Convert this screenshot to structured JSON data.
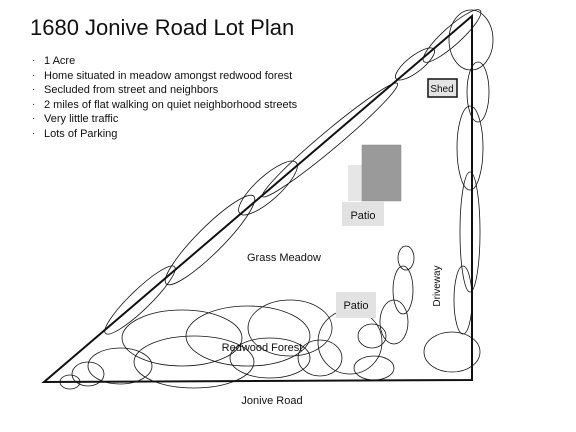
{
  "title": "1680 Jonive Road Lot Plan",
  "bullet_marker": "·",
  "bullets": [
    "1 Acre",
    "Home situated in meadow amongst redwood forest",
    "Secluded from street and neighbors",
    "2 miles of flat walking on quiet neighborhood streets",
    "Very little traffic",
    "Lots of Parking"
  ],
  "labels": {
    "shed": "Shed",
    "patio_upper": "Patio",
    "patio_lower": "Patio",
    "grass_meadow": "Grass Meadow",
    "redwood_forest": "Redwood Forest",
    "driveway": "Driveway",
    "road": "Jonive Road"
  },
  "colors": {
    "line": "#111111",
    "house": "#9a9a9a",
    "patio": "#e2e2e2",
    "patio_upper_overlay": "#dedede"
  }
}
